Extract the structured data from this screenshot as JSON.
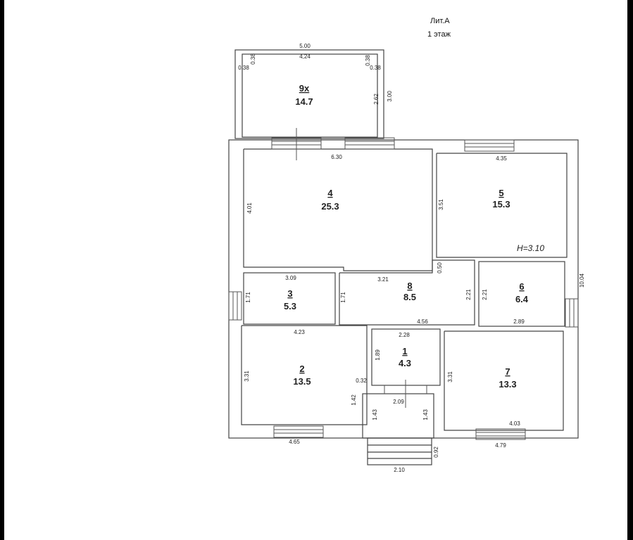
{
  "header": {
    "lit": "Лит.А",
    "floor": "1 этаж"
  },
  "rooms": {
    "r9": {
      "num": "9х",
      "area": "14.7"
    },
    "r4": {
      "num": "4",
      "area": "25.3"
    },
    "r5": {
      "num": "5",
      "area": "15.3"
    },
    "r3": {
      "num": "3",
      "area": "5.3"
    },
    "r8": {
      "num": "8",
      "area": "8.5"
    },
    "r6": {
      "num": "6",
      "area": "6.4"
    },
    "r1": {
      "num": "1",
      "area": "4.3"
    },
    "r2": {
      "num": "2",
      "area": "13.5"
    },
    "r7": {
      "num": "7",
      "area": "13.3"
    }
  },
  "ceiling_height": "H=3.10",
  "dims": {
    "d500": "5.00",
    "d424": "4,24",
    "d038a": "0.38",
    "d038b": "0.38",
    "d038c": "0.38",
    "d038d": "0.38",
    "d262": "2.62",
    "d300": "3.00",
    "d630": "6.30",
    "d435": "4.35",
    "d401": "4.01",
    "d351": "3.51",
    "d050": "0.50",
    "d309": "3.09",
    "d321": "3.21",
    "d171a": "1.71",
    "d171b": "1.71",
    "d221a": "2.21",
    "d221b": "2.21",
    "d1004": "10.04",
    "d423": "4.23",
    "d456": "4.56",
    "d289": "2.89",
    "d228": "2.28",
    "d189": "1.89",
    "d331a": "3.31",
    "d331b": "3.31",
    "d032": "0.32",
    "d142": "1.42",
    "d209": "2.09",
    "d143a": "1.43",
    "d143b": "1.43",
    "d403": "4.03",
    "d465": "4.65",
    "d479": "4.79",
    "d092": "0.92",
    "d210": "2.10"
  },
  "colors": {
    "line": "#444444",
    "text": "#222222",
    "background": "#ffffff"
  }
}
